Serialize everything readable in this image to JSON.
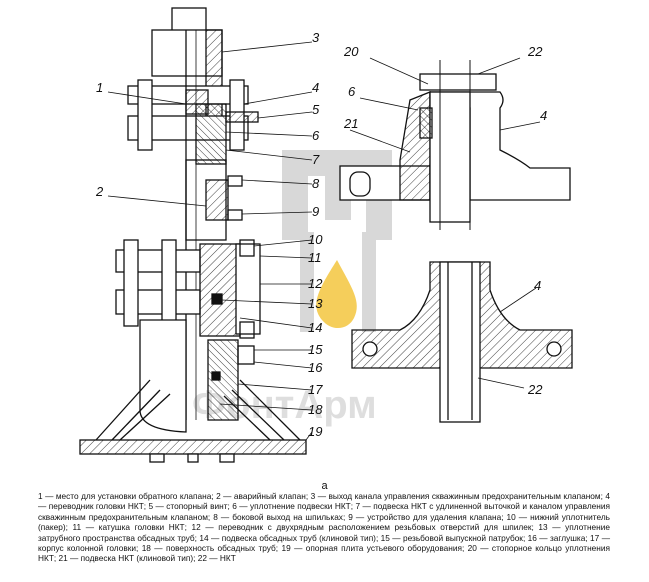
{
  "figure": {
    "callouts": [
      "1",
      "2",
      "3",
      "4",
      "5",
      "6",
      "7",
      "8",
      "9",
      "10",
      "11",
      "12",
      "13",
      "14",
      "15",
      "16",
      "17",
      "18",
      "19"
    ],
    "detail_top_callouts": [
      "20",
      "22",
      "6",
      "4",
      "21"
    ],
    "detail_bottom_callouts": [
      "4",
      "22"
    ],
    "subfigure_label": "а",
    "watermark_text": "ФонтАрм"
  },
  "caption": "1 — место для установки обратного клапана; 2 — аварийный клапан; 3 — выход канала управления скважинным предохранительным клапаном; 4 — переводник головки НКТ; 5 — стопорный винт; 6 — уплотнение подвески НКТ; 7 — подвеска НКТ с удлиненной выточкой и каналом управления скважинным предохранительным клапаном; 8 — боковой выход на шпильках; 9 — устройство для удаления клапана; 10 — нижний уплотнитель (пакер); 11 — катушка головки НКТ; 12 — переводник с двухрядным расположением резьбовых отверстий для шпилек; 13 — уплотнение затрубного пространства обсадных труб; 14 — подвеска обсадных труб (клиновой тип); 15 — резьбовой выпускной патрубок; 16 — заглушка; 17 — корпус колонной головки; 18 — поверхность обсадных труб; 19 — опорная плита устьевого оборудования; 20 — стопорное кольцо уплотнения НКТ; 21 — подвеска НКТ (клиновой тип); 22 — НКТ",
  "colors": {
    "line": "#111111",
    "watermark": "#c9c9c9",
    "accent": "#f0b400"
  }
}
